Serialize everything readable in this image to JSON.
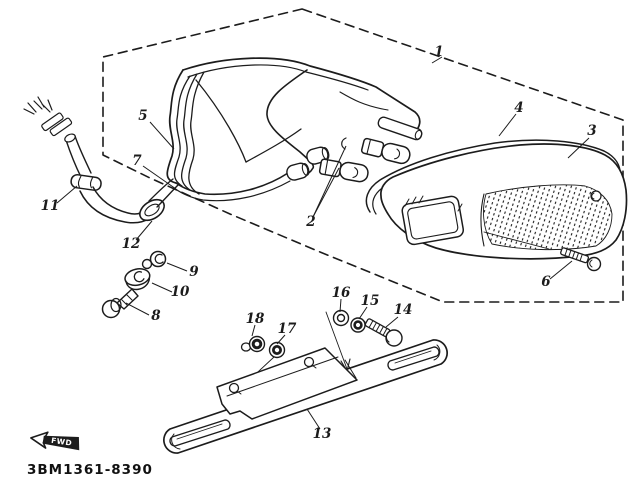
{
  "diagram": {
    "part_number": "3BM1361-8390",
    "fwd_label": "FWD",
    "callouts": [
      {
        "label": "1"
      },
      {
        "label": "2"
      },
      {
        "label": "3"
      },
      {
        "label": "4"
      },
      {
        "label": "5"
      },
      {
        "label": "6"
      },
      {
        "label": "7"
      },
      {
        "label": "8"
      },
      {
        "label": "9"
      },
      {
        "label": "10"
      },
      {
        "label": "11"
      },
      {
        "label": "12"
      },
      {
        "label": "13"
      },
      {
        "label": "14"
      },
      {
        "label": "15"
      },
      {
        "label": "16"
      },
      {
        "label": "17"
      },
      {
        "label": "18"
      }
    ]
  },
  "colors": {
    "ink": "#1c1c1c",
    "paper": "#ffffff"
  }
}
